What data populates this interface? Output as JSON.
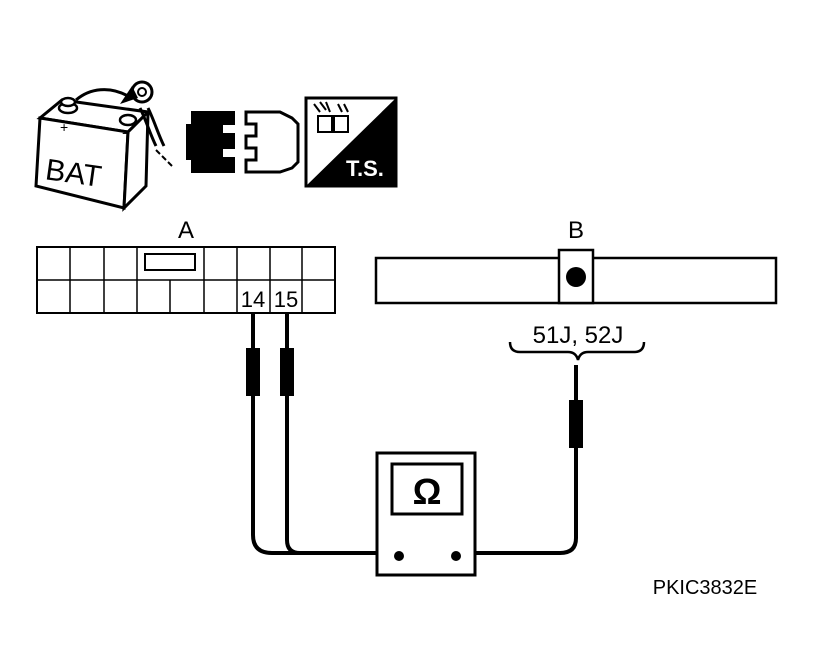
{
  "icons": {
    "battery_label": "BAT",
    "battery_icon": "battery-disconnect-icon",
    "connector_icon": "connector-disconnected-icon",
    "tester_label": "T.S.",
    "tester_icon": "tester-icon"
  },
  "connector_a": {
    "label": "A",
    "terminals": [
      "14",
      "15"
    ]
  },
  "connector_b": {
    "label": "B",
    "terminals_label": "51J, 52J"
  },
  "ohmmeter": {
    "symbol": "Ω",
    "icon": "ohmmeter-icon"
  },
  "figure_code": "PKIC3832E"
}
